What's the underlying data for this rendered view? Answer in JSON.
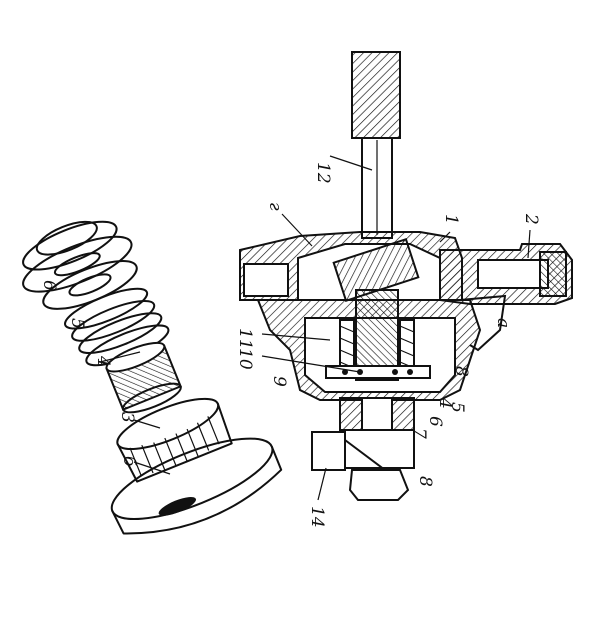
{
  "labels": {
    "shaft": "12",
    "housing": "1",
    "plug": "2",
    "channel_g": "г",
    "cavity_a": "а",
    "part_11": "11",
    "part_10": "10",
    "part_9": "9",
    "part_8_upper": "8",
    "part_8_lower": "8",
    "part_7": "7",
    "part_6": "6",
    "part_5": "5",
    "part_4": "4",
    "part_14": "14",
    "exp_spring_5": "5",
    "exp_bearing_4": "4",
    "exp_ring_3": "3",
    "exp_cavity_b": "б",
    "exp_disc_6": "6"
  },
  "colors": {
    "ink": "#111111",
    "paper": "#ffffff"
  }
}
